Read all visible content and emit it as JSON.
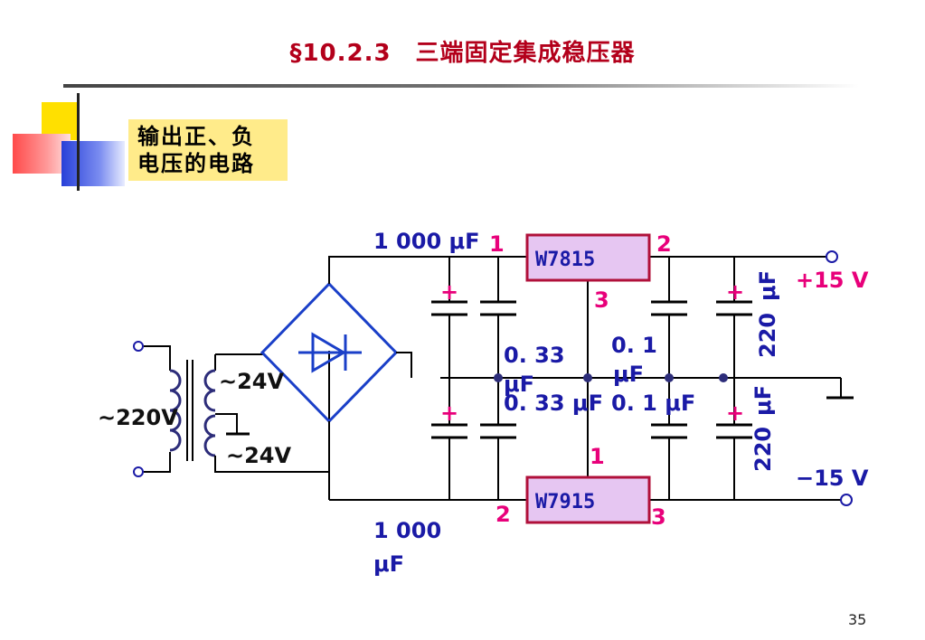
{
  "title": "§10.2.3　三端固定集成稳压器",
  "side_label": {
    "line1": "输出正、负",
    "line2": "电压的电路"
  },
  "page_number": "35",
  "diagram": {
    "transformer_primary": "~220V",
    "transformer_secondary_top": "~24V",
    "transformer_secondary_bottom": "~24V",
    "cap_top_left": "1 000 μF",
    "cap_bottom_left_line1": "1 000",
    "cap_bottom_left_line2": "μF",
    "cap_033_top_line1": "0. 33",
    "cap_033_top_line2": "μF",
    "cap_033_bottom": "0. 33  μF",
    "cap_01_top_line1": "0. 1",
    "cap_01_top_line2": "μF",
    "cap_01_bottom": "0. 1  μF",
    "cap_220_top_value": "220",
    "cap_220_top_unit": "μF",
    "cap_220_bottom_value": "220",
    "cap_220_bottom_unit": "μF",
    "regulator_top": "W7815",
    "regulator_bottom": "W7915",
    "pin_1": "1",
    "pin_2": "2",
    "pin_3": "3",
    "output_positive": "+15 V",
    "output_negative": "−15 V",
    "plus_sign": "+"
  },
  "colors": {
    "title": "#b3001b",
    "wire": "#000000",
    "bridge": "#1a3fc8",
    "label_text": "#1a1aa6",
    "pin_text": "#e8007a",
    "chip_fill": "#e6c6f2",
    "chip_border": "#b0103a",
    "coil": "#2d2d7a"
  }
}
